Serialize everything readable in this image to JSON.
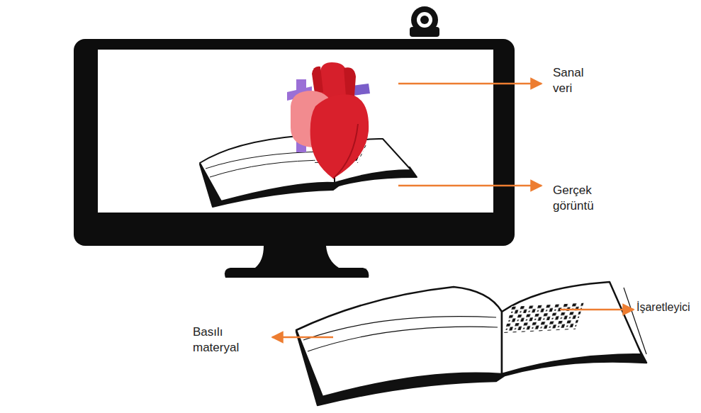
{
  "diagram": {
    "labels": [
      "Sanal veri",
      "Gerçek görüntü",
      "İşaretleyici",
      "Basılı materyal"
    ]
  }
}
